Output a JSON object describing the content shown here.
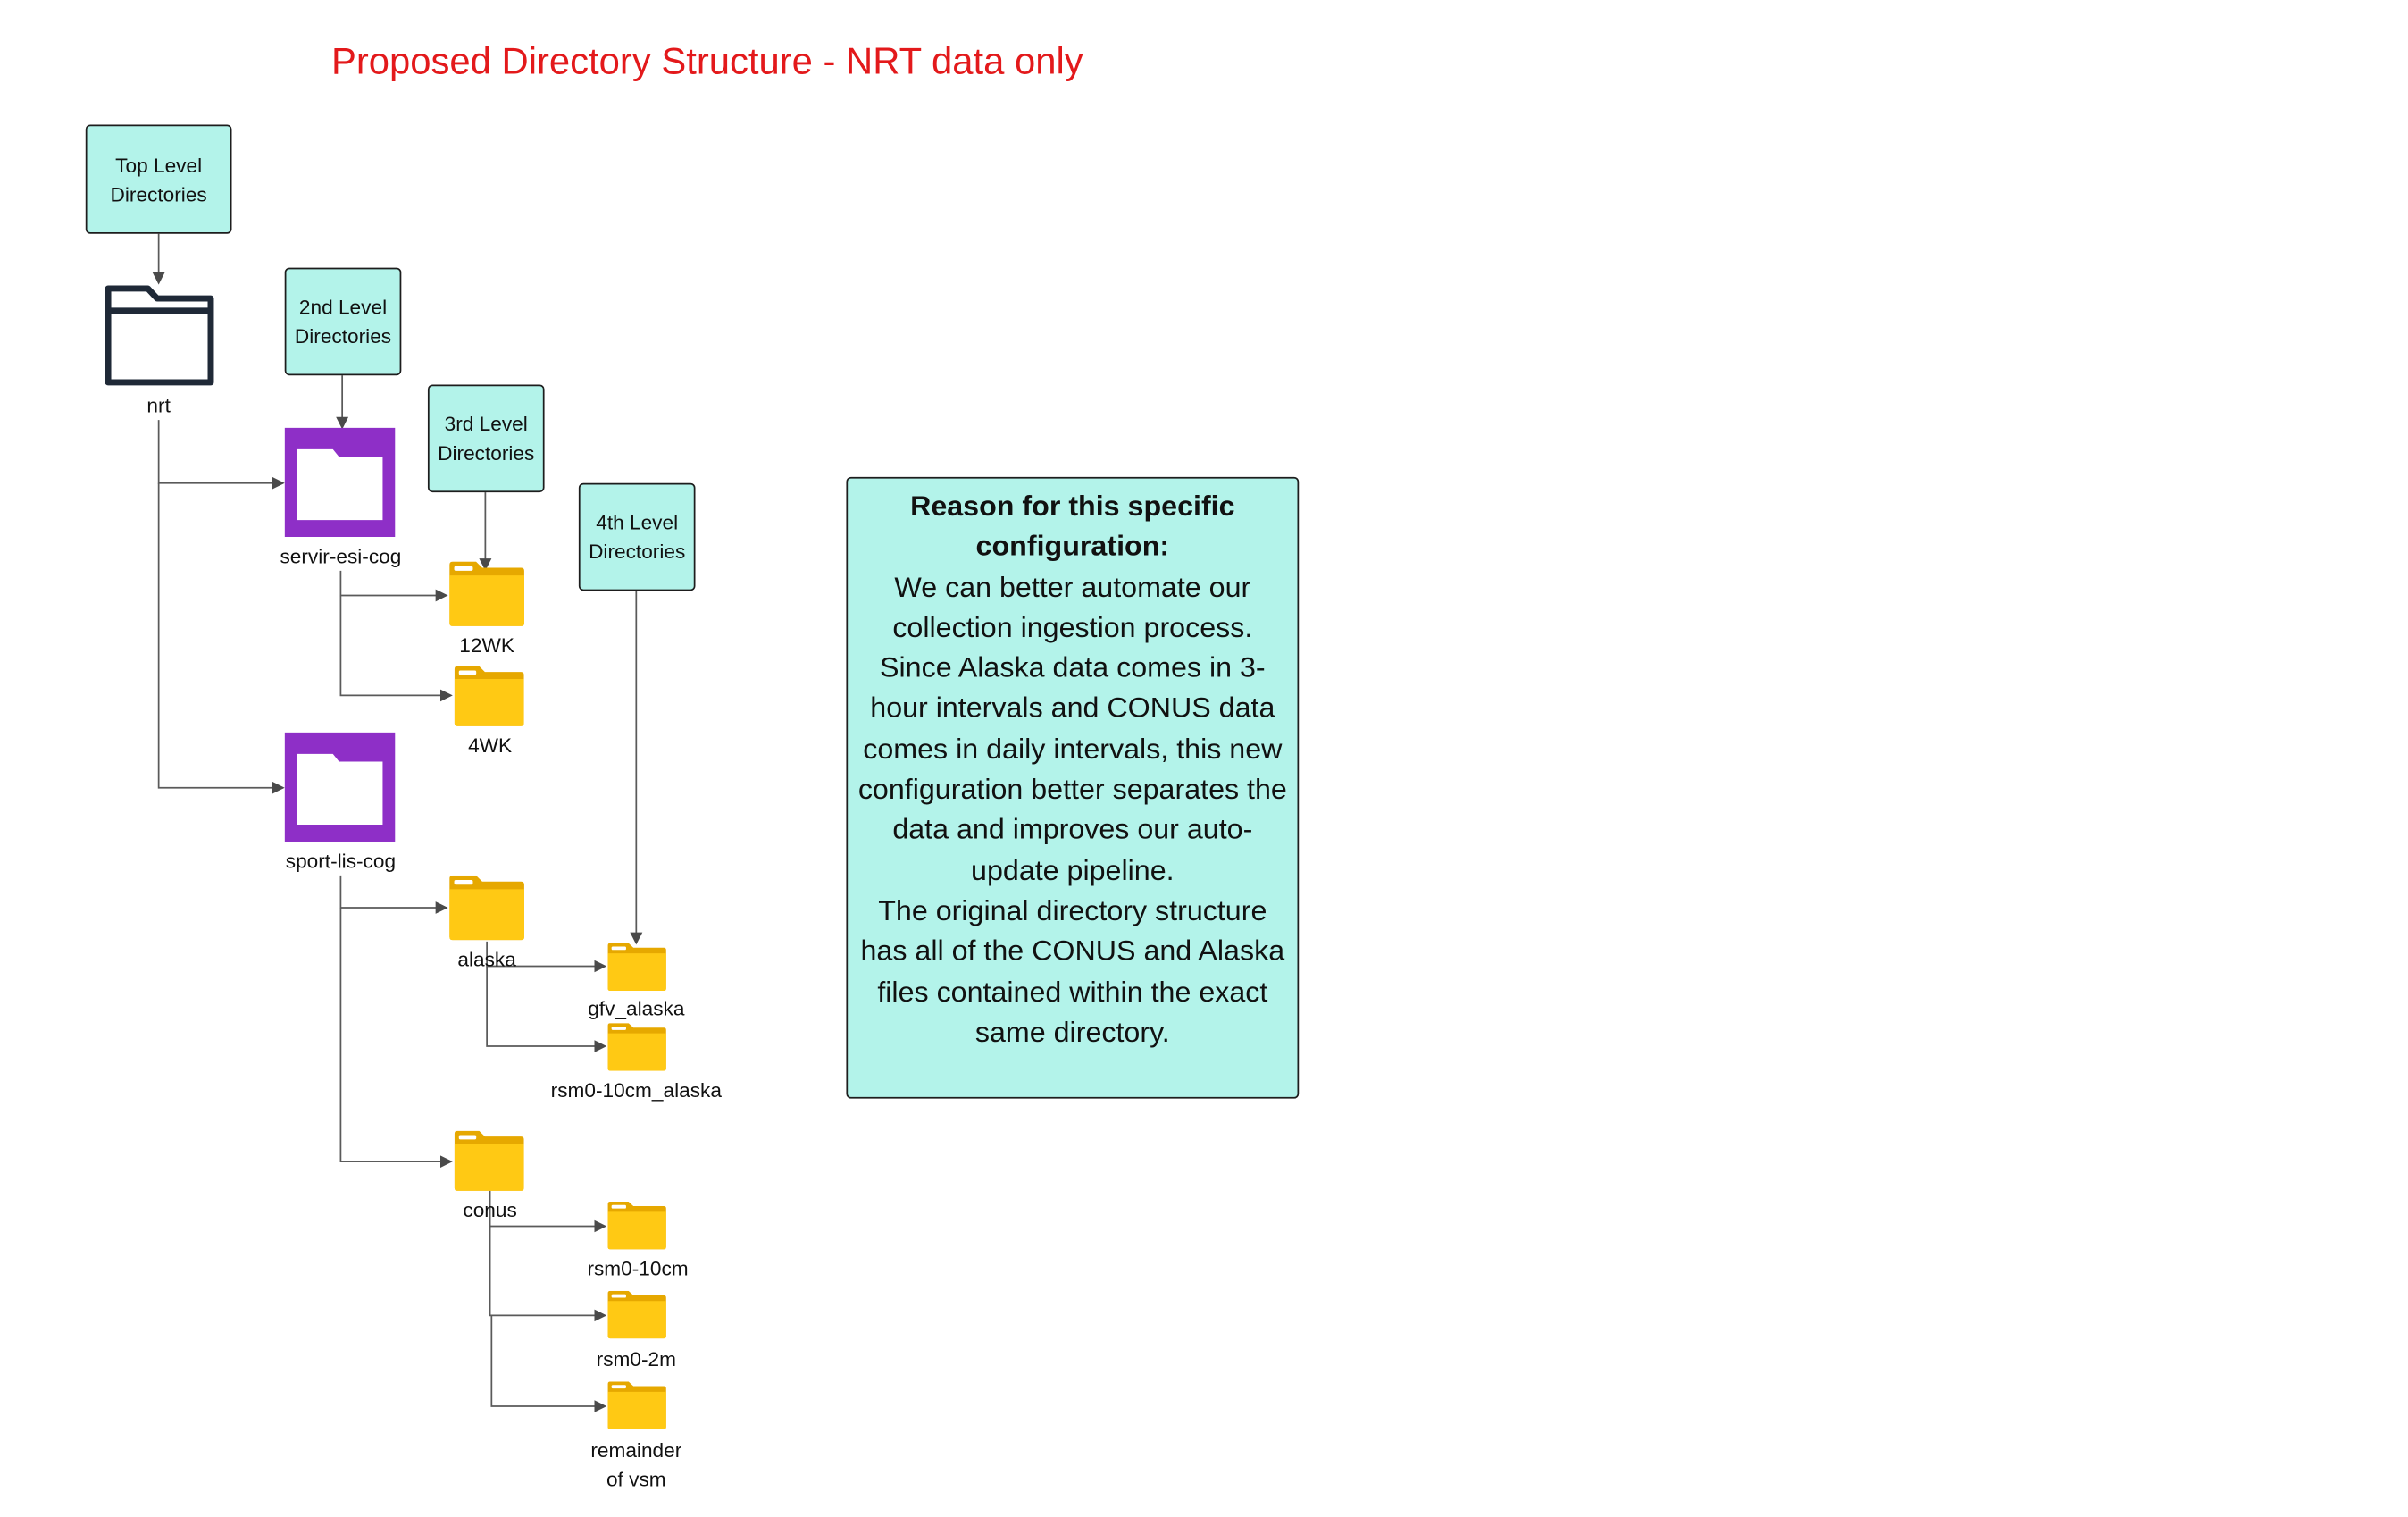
{
  "title": "Proposed Directory Structure - NRT data only",
  "levels": {
    "top": "Top Level\nDirectories",
    "second": "2nd Level\nDirectories",
    "third": "3rd Level\nDirectories",
    "fourth": "4th Level\nDirectories"
  },
  "folders": {
    "nrt": "nrt",
    "servir": "servir-esi-cog",
    "wk12": "12WK",
    "wk4": "4WK",
    "sport": "sport-lis-cog",
    "alaska": "alaska",
    "gfv_alaska": "gfv_alaska",
    "rsm_alaska": "rsm0-10cm_alaska",
    "conus": "conus",
    "rsm10cm": "rsm0-10cm",
    "rsm2m": "rsm0-2m",
    "remainder": "remainder\nof vsm"
  },
  "reason": {
    "heading": "Reason for this specific configuration:",
    "body": "We can better automate our collection ingestion process. Since Alaska data comes in 3-hour intervals and CONUS data comes in daily intervals, this new configuration better separates the data and improves our auto-update pipeline.\nThe original directory structure has all of the CONUS and Alaska files contained within the exact same directory."
  },
  "colors": {
    "title": "#e3191b",
    "level_box": "#b3f3ea",
    "second_level_folder": "#8e2fc7",
    "sub_folder": "#ffc414",
    "top_folder_outline": "#1f2937"
  },
  "icons": {
    "top": "folder-outline-icon",
    "second": "folder-purple-icon",
    "sub": "folder-yellow-icon"
  }
}
